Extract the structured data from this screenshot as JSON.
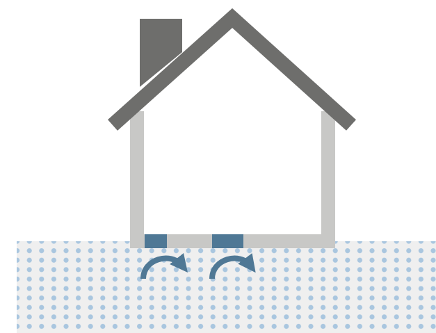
{
  "diagram": {
    "colors": {
      "background": "#ffffff",
      "ground": "#efefef",
      "ground_dots": "#a9c6df",
      "walls": "#c8c8c6",
      "roof": "#6e6e6c",
      "chimney": "#6e6e6c",
      "vents": "#4f7895",
      "arrows": "#4f7895"
    },
    "elements": {
      "house": {
        "icon": "house-icon"
      },
      "chimney": {
        "icon": "chimney-icon"
      },
      "vents": [
        {
          "icon": "vent-icon"
        },
        {
          "icon": "vent-icon"
        }
      ],
      "airflow": [
        {
          "icon": "curved-arrow-icon",
          "direction": "clockwise"
        },
        {
          "icon": "curved-arrow-icon",
          "direction": "clockwise"
        }
      ],
      "ground": {
        "icon": "soil-dots-pattern"
      }
    }
  }
}
